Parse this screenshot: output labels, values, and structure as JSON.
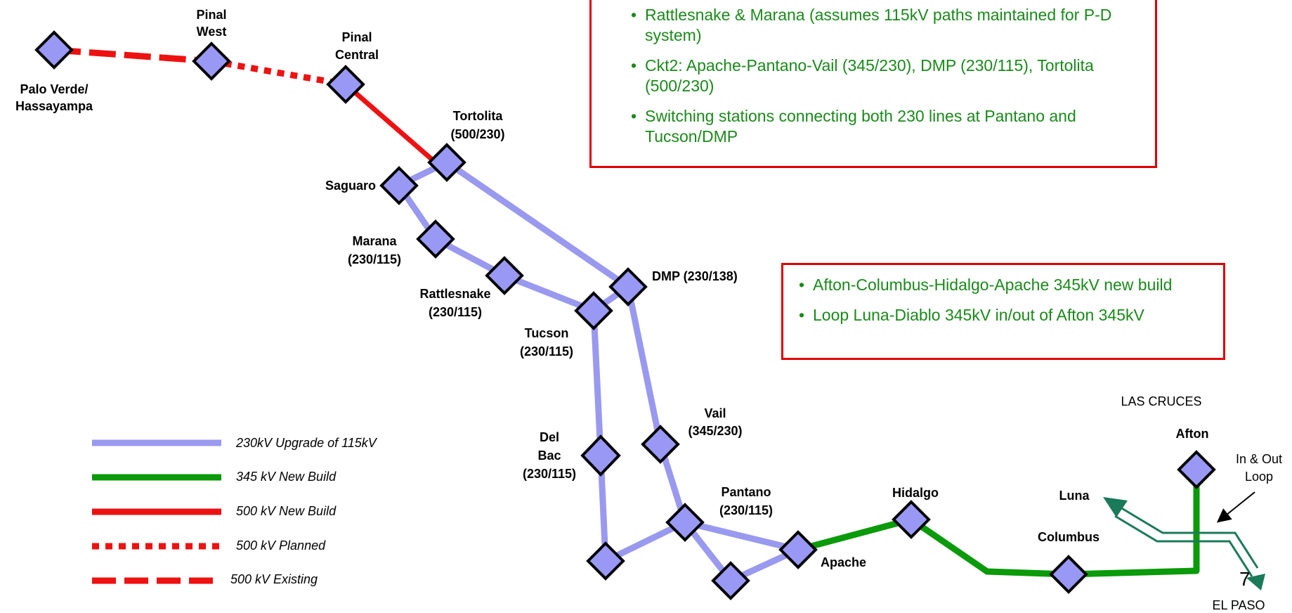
{
  "title": "",
  "nodes": {
    "palo_verde": "Palo Verde/",
    "hassayampa": "Hassayampa",
    "pinal_west_1": "Pinal",
    "pinal_west_2": "West",
    "pinal_central_1": "Pinal",
    "pinal_central_2": "Central",
    "tortolita_1": "Tortolita",
    "tortolita_2": "(500/230)",
    "saguaro": "Saguaro",
    "marana_1": "Marana",
    "marana_2": "(230/115)",
    "rattlesnake_1": "Rattlesnake",
    "rattlesnake_2": "(230/115)",
    "dmp": "DMP (230/138)",
    "tucson_1": "Tucson",
    "tucson_2": "(230/115)",
    "vail_1": "Vail",
    "vail_2": "(345/230)",
    "delbac_1": "Del",
    "delbac_2": "Bac",
    "delbac_3": "(230/115)",
    "pantano_1": "Pantano",
    "pantano_2": "(230/115)",
    "apache": "Apache",
    "hidalgo": "Hidalgo",
    "luna": "Luna",
    "columbus": "Columbus",
    "afton": "Afton",
    "in_out_1": "In & Out",
    "in_out_2": "Loop",
    "las_cruces": "LAS CRUCES",
    "el_paso": "EL PASO"
  },
  "legend": {
    "items": [
      {
        "label": "230kV Upgrade of 115kV",
        "color": "#9999f0",
        "style": "solid"
      },
      {
        "label": "345 kV New Build",
        "color": "#0a9a0a",
        "style": "solid"
      },
      {
        "label": "500 kV New Build",
        "color": "#ee1111",
        "style": "solid"
      },
      {
        "label": "500 kV Planned",
        "color": "#ee1111",
        "style": "dotted"
      },
      {
        "label": "500 kV Existing",
        "color": "#ee1111",
        "style": "dashed"
      }
    ]
  },
  "box1": {
    "items": [
      "Rattlesnake & Marana (assumes 115kV paths maintained for P-D system)",
      "Ckt2: Apache-Pantano-Vail (345/230), DMP (230/115), Tortolita (500/230)",
      "Switching stations connecting both 230 lines at Pantano and Tucson/DMP"
    ]
  },
  "box2": {
    "items": [
      "Afton-Columbus-Hidalgo-Apache 345kV new build",
      "Loop Luna-Diablo 345kV in/out of Afton 345kV"
    ]
  },
  "page_number": "7",
  "colors": {
    "line_230": "#9999f0",
    "line_345": "#0a9a0a",
    "line_500": "#ee1111",
    "node_fill": "#9999f5",
    "loop_arrow": "#1a7a5a",
    "box_border": "#e00000",
    "box_text": "#1a8a1a"
  }
}
